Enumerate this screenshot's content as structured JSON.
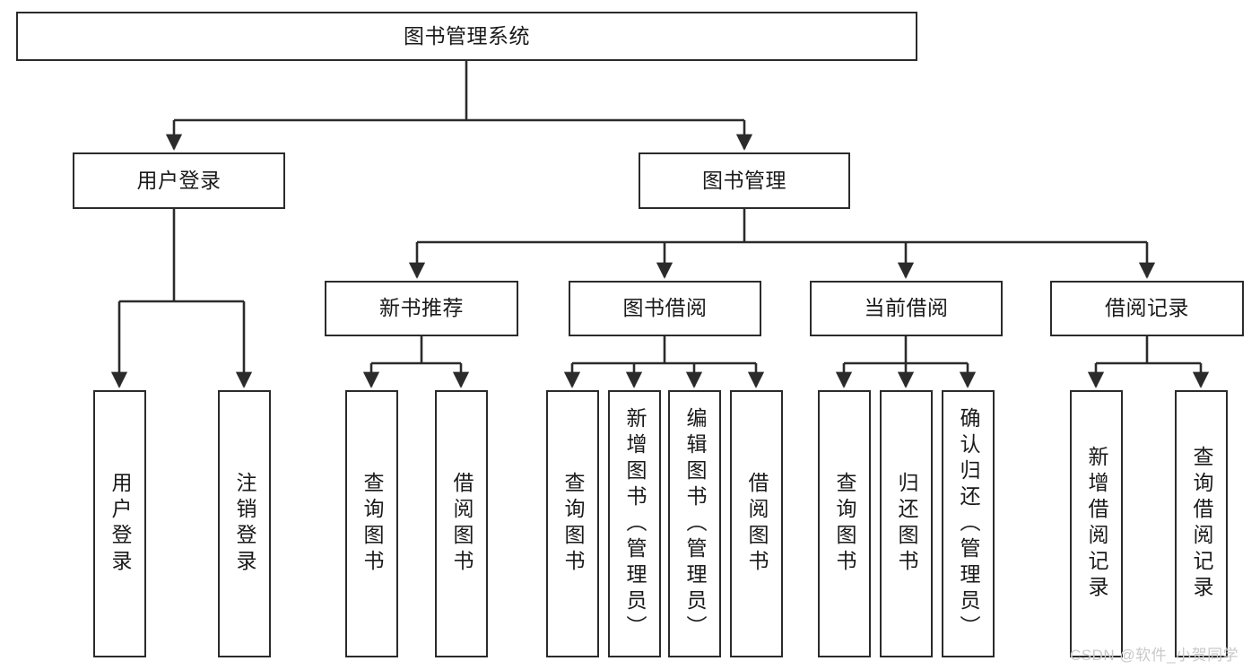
{
  "diagram": {
    "title_text": "图书管理系统",
    "type": "hierarchy-tree",
    "watermark": "CSDN @软件_小贺同学",
    "colors": {
      "stroke": "#2b2b2b",
      "fill": "#ffffff",
      "text": "#1a1a1a",
      "watermark": "#c9c9c9"
    },
    "nodes": {
      "root": {
        "label": "图书管理系统"
      },
      "level2": [
        {
          "id": "user-login",
          "label": "用户登录"
        },
        {
          "id": "book-manage",
          "label": "图书管理"
        }
      ],
      "level3": [
        {
          "id": "new-book-recommend",
          "label": "新书推荐"
        },
        {
          "id": "book-borrow",
          "label": "图书借阅"
        },
        {
          "id": "current-borrow",
          "label": "当前借阅"
        },
        {
          "id": "borrow-record",
          "label": "借阅记录"
        }
      ],
      "leaves": {
        "user-login": [
          {
            "id": "leaf-user-login",
            "label": "用户登录"
          },
          {
            "id": "leaf-logout",
            "label": "注销登录"
          }
        ],
        "new-book-recommend": [
          {
            "id": "leaf-query-book-1",
            "label": "查询图书"
          },
          {
            "id": "leaf-borrow-book-1",
            "label": "借阅图书"
          }
        ],
        "book-borrow": [
          {
            "id": "leaf-query-book-2",
            "label": "查询图书"
          },
          {
            "id": "leaf-add-book",
            "label": "新增图书（管理员）"
          },
          {
            "id": "leaf-edit-book",
            "label": "编辑图书（管理员）"
          },
          {
            "id": "leaf-borrow-book-2",
            "label": "借阅图书"
          }
        ],
        "current-borrow": [
          {
            "id": "leaf-query-book-3",
            "label": "查询图书"
          },
          {
            "id": "leaf-return-book",
            "label": "归还图书"
          },
          {
            "id": "leaf-confirm-return",
            "label": "确认归还（管理员）"
          }
        ],
        "borrow-record": [
          {
            "id": "leaf-add-record",
            "label": "新增借阅记录"
          },
          {
            "id": "leaf-query-record",
            "label": "查询借阅记录"
          }
        ]
      }
    }
  }
}
